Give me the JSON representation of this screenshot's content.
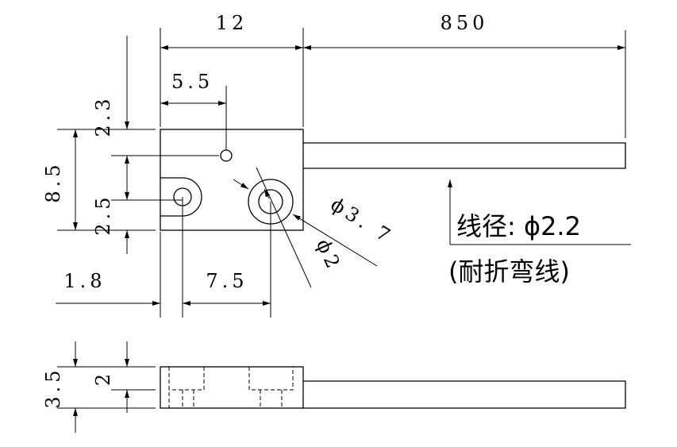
{
  "dimensions": {
    "width_total": "12",
    "cable_length": "850",
    "top_offset": "2.3",
    "hole_x": "5.5",
    "height_total": "8.5",
    "hole_y": "2.5",
    "left_gap": "1.8",
    "hole_spacing": "7.5",
    "dia_outer": "ϕ3. 7",
    "dia_inner": "ϕ2",
    "thickness": "3.5",
    "step_depth": "2"
  },
  "cable_note": {
    "line1": "线径: ϕ2.2",
    "line2": "(耐折弯线)"
  }
}
